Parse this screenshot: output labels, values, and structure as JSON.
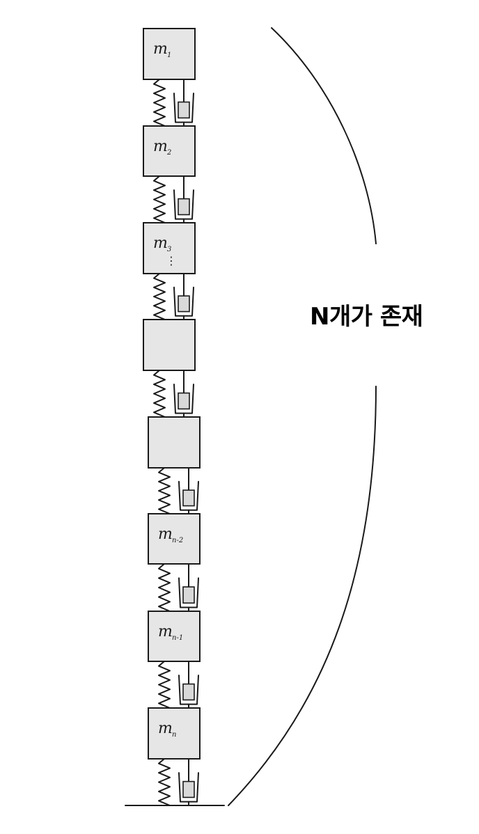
{
  "masses": [
    {
      "main": "m",
      "sub": "1",
      "dots": ""
    },
    {
      "main": "m",
      "sub": "2",
      "dots": ""
    },
    {
      "main": "m",
      "sub": "3",
      "dots": "⋮"
    },
    {
      "main": "",
      "sub": "",
      "dots": ""
    },
    {
      "main": "",
      "sub": "",
      "dots": ""
    },
    {
      "main": "m",
      "sub": "n-2",
      "dots": ""
    },
    {
      "main": "m",
      "sub": "n-1",
      "dots": ""
    },
    {
      "main": "m",
      "sub": "n",
      "dots": ""
    }
  ],
  "count_label": "N개가 존재"
}
